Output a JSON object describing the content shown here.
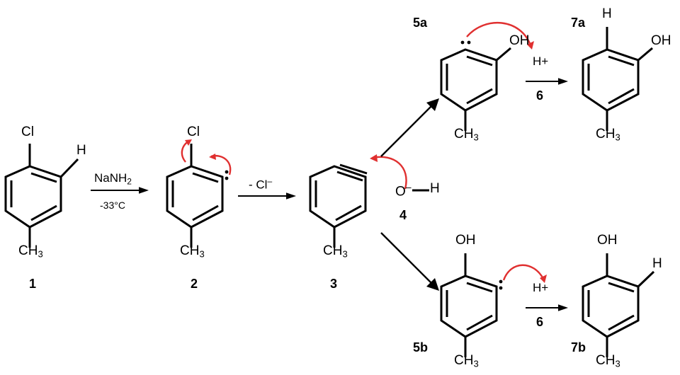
{
  "diagram": {
    "title": "Benzyne mechanism: reaction of 4-chlorotoluene with sodium amide then hydroxide",
    "colors": {
      "bond": "#000000",
      "arrow_mechanism": "#e03030",
      "text": "#000000",
      "background": "#ffffff"
    }
  },
  "compounds": [
    {
      "id": "c1",
      "number": "1",
      "substituents": {
        "top_left": "Cl",
        "top_right": "H",
        "bottom": "CH",
        "bottom_sub": "3"
      }
    },
    {
      "id": "c2",
      "number": "2",
      "substituents": {
        "top_left": "Cl",
        "bottom": "CH",
        "bottom_sub": "3"
      }
    },
    {
      "id": "c3",
      "number": "3",
      "substituents": {
        "bottom": "CH",
        "bottom_sub": "3"
      }
    },
    {
      "id": "c5a",
      "number": "5a",
      "substituents": {
        "top_right": "OH",
        "bottom": "CH",
        "bottom_sub": "3"
      }
    },
    {
      "id": "c7a",
      "number": "7a",
      "substituents": {
        "top_left": "H",
        "top_right": "OH",
        "bottom": "CH",
        "bottom_sub": "3"
      }
    },
    {
      "id": "c5b",
      "number": "5b",
      "substituents": {
        "top_left": "OH",
        "bottom": "CH",
        "bottom_sub": "3"
      }
    },
    {
      "id": "c7b",
      "number": "7b",
      "substituents": {
        "top_left": "OH",
        "top_right": "H",
        "bottom": "CH",
        "bottom_sub": "3"
      }
    }
  ],
  "reagents": {
    "hydroxide": {
      "o": "O",
      "charge": "–",
      "dash": "—",
      "h": "H",
      "number": "4"
    },
    "step1_above": "NaNH",
    "step1_above_sub": "2",
    "step1_below": "-33°C",
    "step2_above": "- Cl",
    "step2_above_sup": "–",
    "step3a_above": "H",
    "step3a_above_sup": "+",
    "step3a_below": "6",
    "step3b_above": "H",
    "step3b_above_sup": "+",
    "step3b_below": "6"
  },
  "labels": {
    "ch3": "CH",
    "ch3_sub": "3",
    "cl": "Cl",
    "h": "H",
    "oh": "OH",
    "o": "O"
  }
}
